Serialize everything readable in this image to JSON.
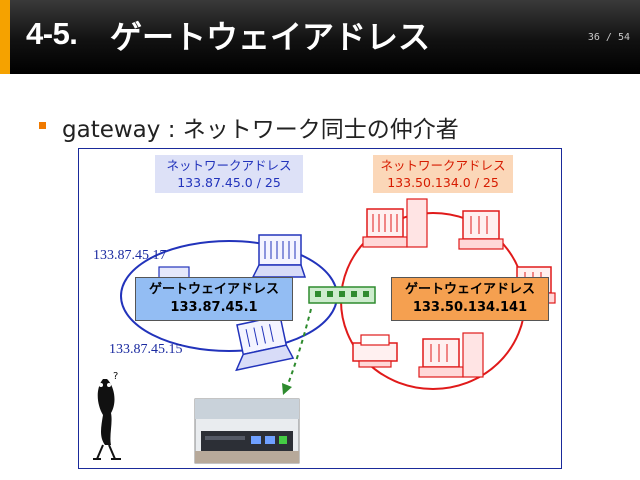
{
  "slide": {
    "title_number": "4-5.",
    "title_text": "ゲートウェイアドレス",
    "page": "36 / 54",
    "bullet": "gateway : ネットワーク同士の仲介者"
  },
  "figure": {
    "left_network": {
      "label": "ネットワークアドレス",
      "address": "133.87.45.0 / 25",
      "host_ip_top": "133.87.45.17",
      "host_ip_bottom": "133.87.45.15",
      "gateway_label": "ゲートウェイアドレス",
      "gateway_ip": "133.87.45.1"
    },
    "right_network": {
      "label": "ネットワークアドレス",
      "address": "133.50.134.0 / 25",
      "gateway_label": "ゲートウェイアドレス",
      "gateway_ip": "133.50.134.141"
    },
    "colors": {
      "left_net": "#2233bb",
      "right_net": "#e01a1a",
      "router": "#2e8b2e",
      "accent": "#f5a200"
    }
  }
}
